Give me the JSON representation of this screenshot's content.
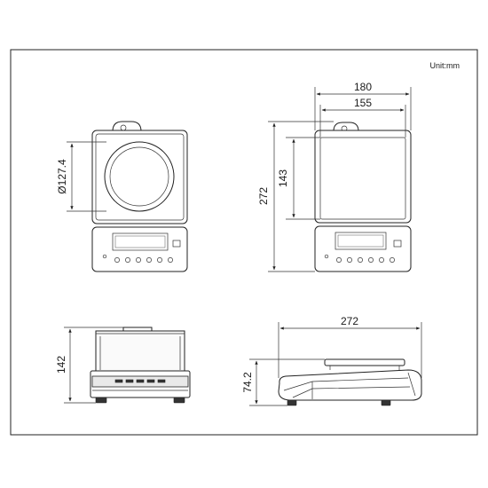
{
  "unit_label": "Unit:mm",
  "views": {
    "top_left": {
      "pan_diameter": "Ø127.4"
    },
    "top_right": {
      "overall_width": "180",
      "pan_width": "155",
      "pan_depth": "143",
      "overall_depth": "272"
    },
    "front_view": {
      "height": "142"
    },
    "side_view": {
      "length": "272",
      "height": "74.2"
    }
  }
}
